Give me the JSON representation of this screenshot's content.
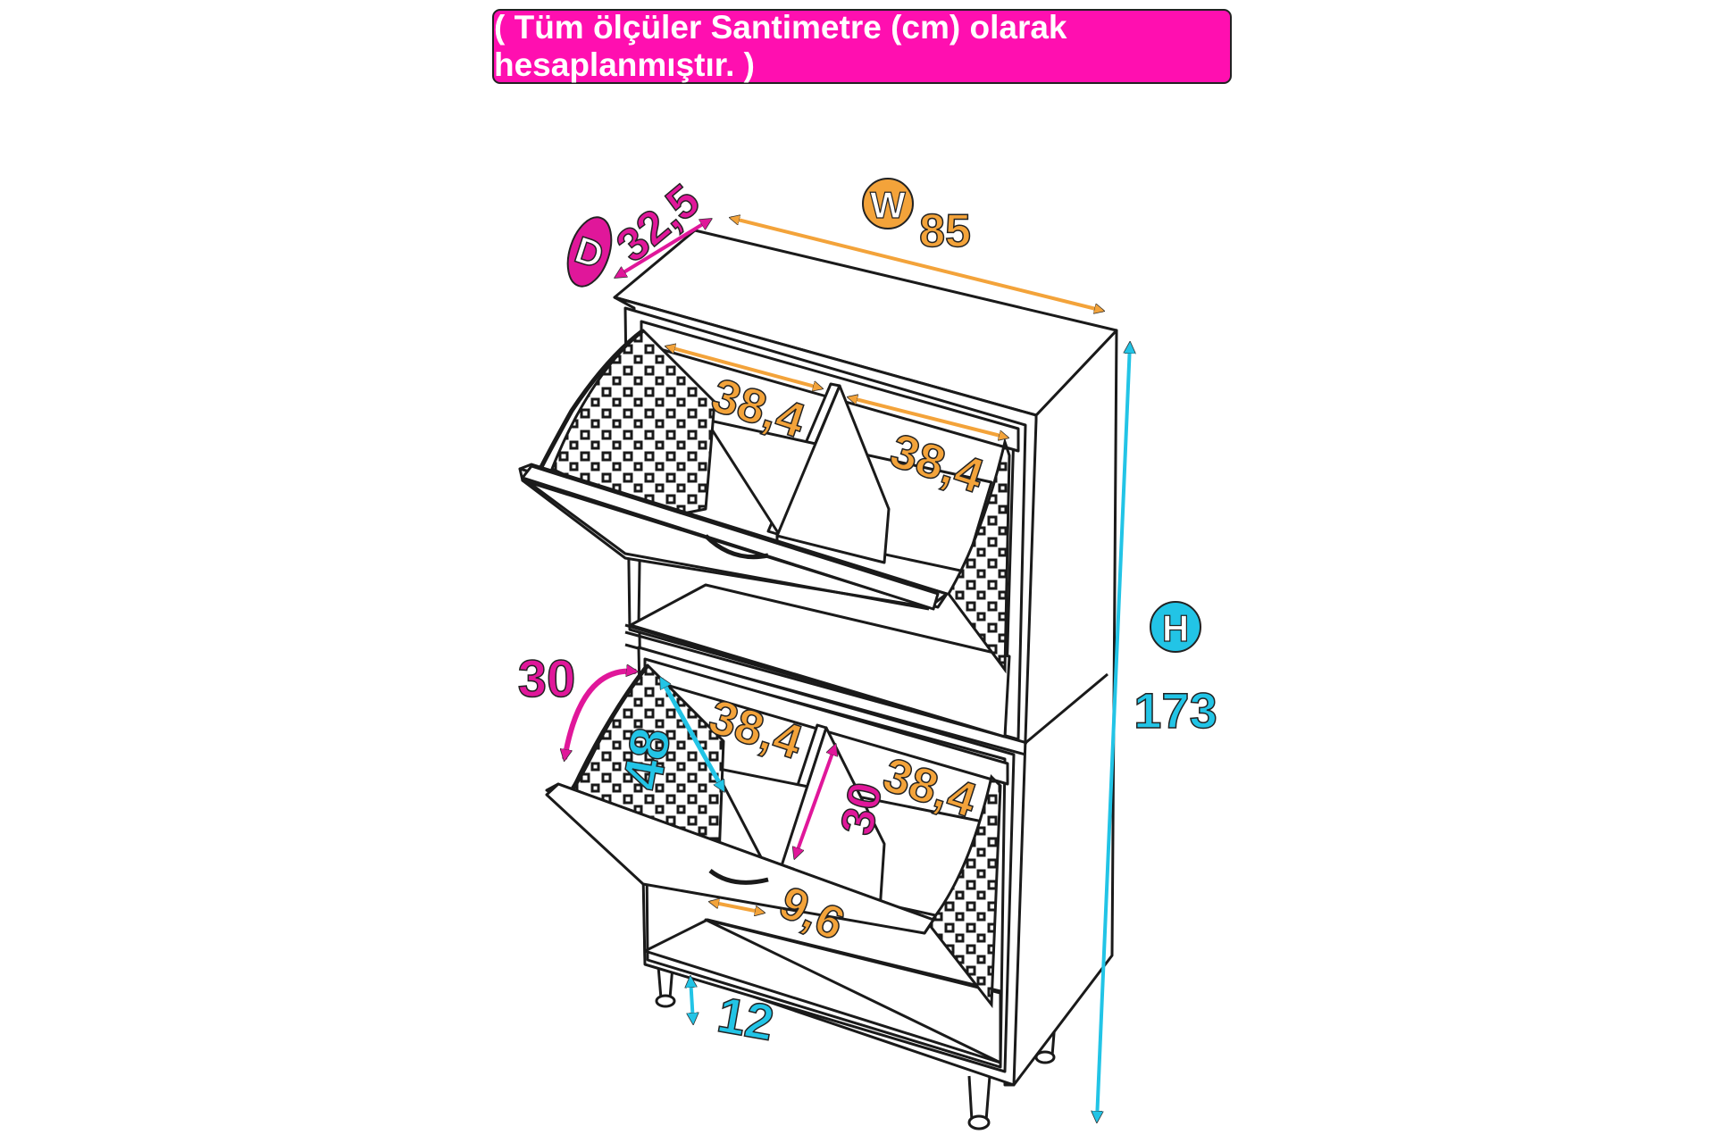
{
  "banner": {
    "text": "( Tüm ölçüler Santimetre (cm) olarak hesaplanmıştır. )",
    "color": "#ff0fb0"
  },
  "colors": {
    "orange": "#f3a33a",
    "magenta": "#e0179a",
    "cyan": "#22c4e6",
    "outline": "#1a1a1a"
  },
  "dimensions": {
    "depth": {
      "letter": "D",
      "value": "32,5"
    },
    "width": {
      "letter": "W",
      "value": "85"
    },
    "height": {
      "letter": "H",
      "value": "173"
    },
    "compartment_top_left": "38,4",
    "compartment_top_right": "38,4",
    "compartment_bottom_left": "38,4",
    "compartment_bottom_right": "38,4",
    "door_angle": "30",
    "door_diagonal": "48",
    "compartment_height": "30",
    "handle_width": "9,6",
    "leg_height": "12"
  }
}
